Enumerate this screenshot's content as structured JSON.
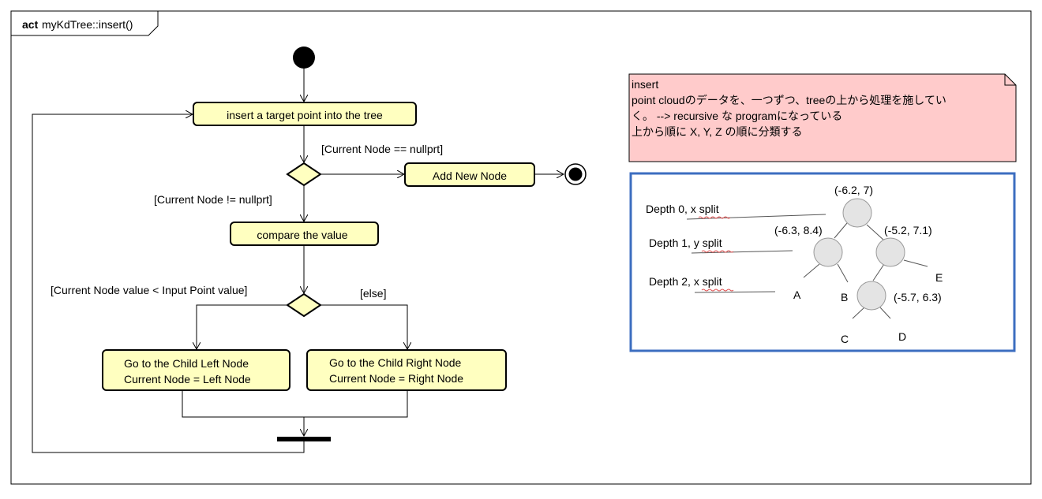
{
  "frame": {
    "keyword": "act",
    "title": "myKdTree::insert()"
  },
  "actions": {
    "insert": "insert a target point into the tree",
    "add_new_node": "Add New Node",
    "compare": "compare the value",
    "left_line1": "Go to the Child Left Node",
    "left_line2": "Current Node = Left Node",
    "right_line1": "Go to the Child Right Node",
    "right_line2": "Current Node = Right Node"
  },
  "guards": {
    "is_null": "[Current Node == nullprt]",
    "not_null": "[Current Node != nullprt]",
    "less": "[Current Node value < Input Point value]",
    "else": "[else]"
  },
  "note": {
    "line1": "insert",
    "line2": "point cloudのデータを、一つずつ、treeの上から処理を施してい",
    "line3": "く。 --> recursive な programになっている",
    "line4": "上から順に X, Y, Z の順に分類する"
  },
  "tree_image": {
    "depth0": "Depth 0, x split",
    "depth1": "Depth 1, y split",
    "depth2": "Depth 2, x split",
    "root_label": "(-6.2, 7)",
    "left_label": "(-6.3, 8.4)",
    "right_label": "(-5.2, 7.1)",
    "rl_label": "(-5.7, 6.3)",
    "leaf_a": "A",
    "leaf_b": "B",
    "leaf_c": "C",
    "leaf_d": "D",
    "leaf_e": "E"
  },
  "colors": {
    "action_fill": "#ffffc0",
    "note_fill": "#ffcbcb",
    "image_border": "#3c6ec0",
    "tree_node_fill": "#e4e4e4"
  }
}
